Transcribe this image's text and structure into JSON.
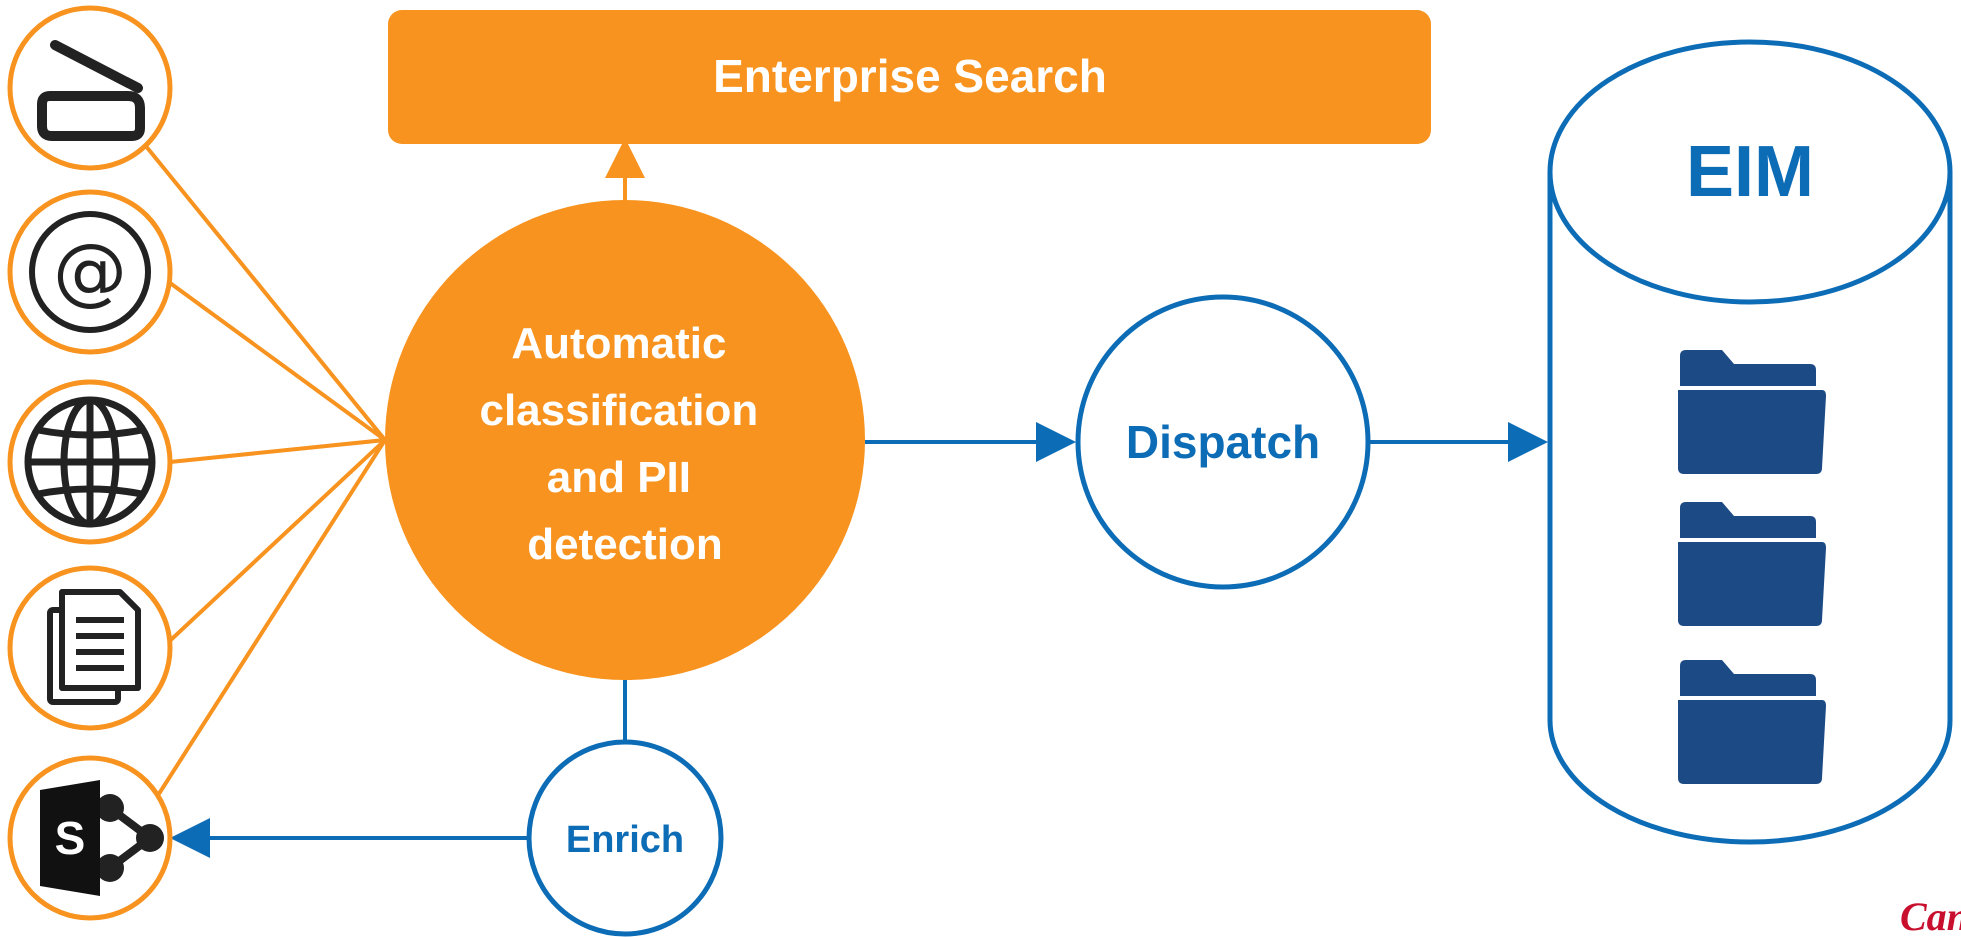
{
  "diagram": {
    "enterprise_search_label": "Enterprise Search",
    "classifier_label_lines": [
      "Automatic",
      "classification",
      "and PII",
      "detection"
    ],
    "dispatch_label": "Dispatch",
    "enrich_label": "Enrich",
    "eim_label": "EIM",
    "brand_text": "Cano",
    "sources": [
      {
        "icon": "scanner-icon"
      },
      {
        "icon": "email-at-icon"
      },
      {
        "icon": "globe-icon"
      },
      {
        "icon": "documents-icon"
      },
      {
        "icon": "sharepoint-icon"
      }
    ],
    "sharepoint_letter": "S",
    "at_symbol": "@",
    "colors": {
      "orange": "#F7931E",
      "blue": "#0D6CB6",
      "navy": "#1B4A85",
      "icon_dark": "#222222",
      "brand_red": "#C8102E"
    }
  }
}
